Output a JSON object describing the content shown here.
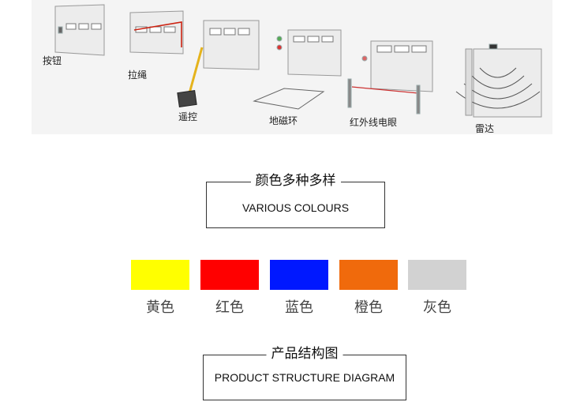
{
  "entry_options": {
    "items": [
      {
        "label": "按钮"
      },
      {
        "label": "拉绳"
      },
      {
        "label": "遥控"
      },
      {
        "label": "地磁环"
      },
      {
        "label": "红外线电眼"
      },
      {
        "label": "雷达"
      }
    ]
  },
  "colours_section": {
    "title_cn": "颜色多种多样",
    "title_en": "VARIOUS COLOURS",
    "swatches": [
      {
        "label": "黄色",
        "color": "#ffff00"
      },
      {
        "label": "红色",
        "color": "#ff0000"
      },
      {
        "label": "蓝色",
        "color": "#0018ff"
      },
      {
        "label": "橙色",
        "color": "#f06a0c"
      },
      {
        "label": "灰色",
        "color": "#d2d2d2"
      }
    ]
  },
  "structure_section": {
    "title_cn": "产品结构图",
    "title_en": "PRODUCT STRUCTURE DIAGRAM"
  }
}
